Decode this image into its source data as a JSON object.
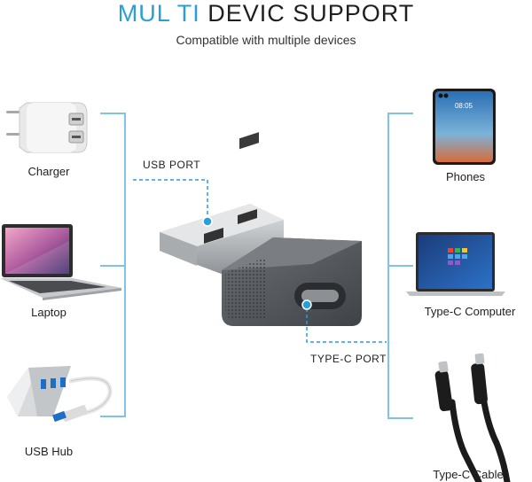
{
  "header": {
    "title_accent": "MUL TI",
    "title_rest": " DEVIC SUPPORT",
    "subtitle": "Compatible with multiple devices"
  },
  "left_devices": [
    {
      "label": "Charger",
      "icon": "wall-charger-icon"
    },
    {
      "label": "Laptop",
      "icon": "laptop-icon"
    },
    {
      "label": "USB Hub",
      "icon": "usb-hub-icon"
    }
  ],
  "right_devices": [
    {
      "label": "Phones",
      "icon": "smartphone-icon"
    },
    {
      "label": "Type-C Computer",
      "icon": "type-c-laptop-icon"
    },
    {
      "label": "Type-C Cable",
      "icon": "type-c-cable-icon"
    }
  ],
  "adapter": {
    "usb_port_label": "USB PORT",
    "type_c_port_label": "TYPE-C PORT"
  },
  "phone_screen": {
    "time": "08:05"
  },
  "colors": {
    "accent": "#2a9fd6",
    "bracket": "#7fc3e6",
    "adapter_body": "#55595e",
    "usb_metal": "#c9cbcd"
  }
}
